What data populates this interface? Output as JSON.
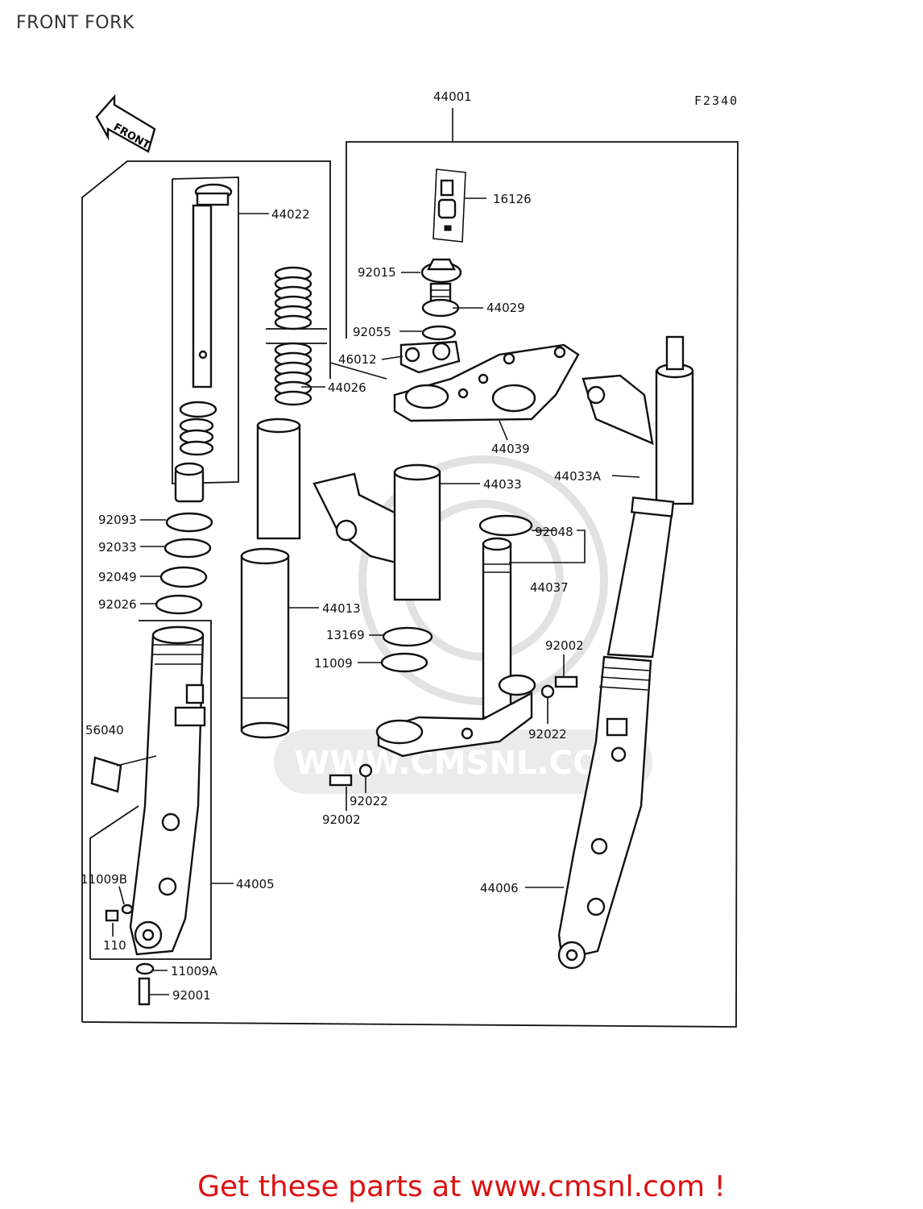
{
  "page": {
    "title": "FRONT FORK"
  },
  "diagram": {
    "figure_code": "F2340",
    "front_arrow": "FRONT",
    "watermark": "WWW.CMSNL.COM",
    "labels": {
      "p44001": "44001",
      "p16126": "16126",
      "p92015": "92015",
      "p44029": "44029",
      "p92055": "92055",
      "p46012": "46012",
      "p44022": "44022",
      "p44026": "44026",
      "p44039": "44039",
      "p44033A": "44033A",
      "p44033": "44033",
      "p92048": "92048",
      "p44037": "44037",
      "p92093": "92093",
      "p92033": "92033",
      "p92049": "92049",
      "p92026": "92026",
      "p44013": "44013",
      "p13169": "13169",
      "p11009": "11009",
      "p92002a": "92002",
      "p92022a": "92022",
      "p56040": "56040",
      "p92022b": "92022",
      "p92002b": "92002",
      "p11009B": "11009B",
      "p44005": "44005",
      "p44006": "44006",
      "p110": "110",
      "p11009A": "11009A",
      "p92001": "92001"
    }
  },
  "footer": {
    "promo": "Get these parts at www.cmsnl.com !"
  },
  "colors": {
    "promo": "#dd1111",
    "ink": "#111111",
    "title": "#333333",
    "watermark": "#e2e2e2"
  }
}
